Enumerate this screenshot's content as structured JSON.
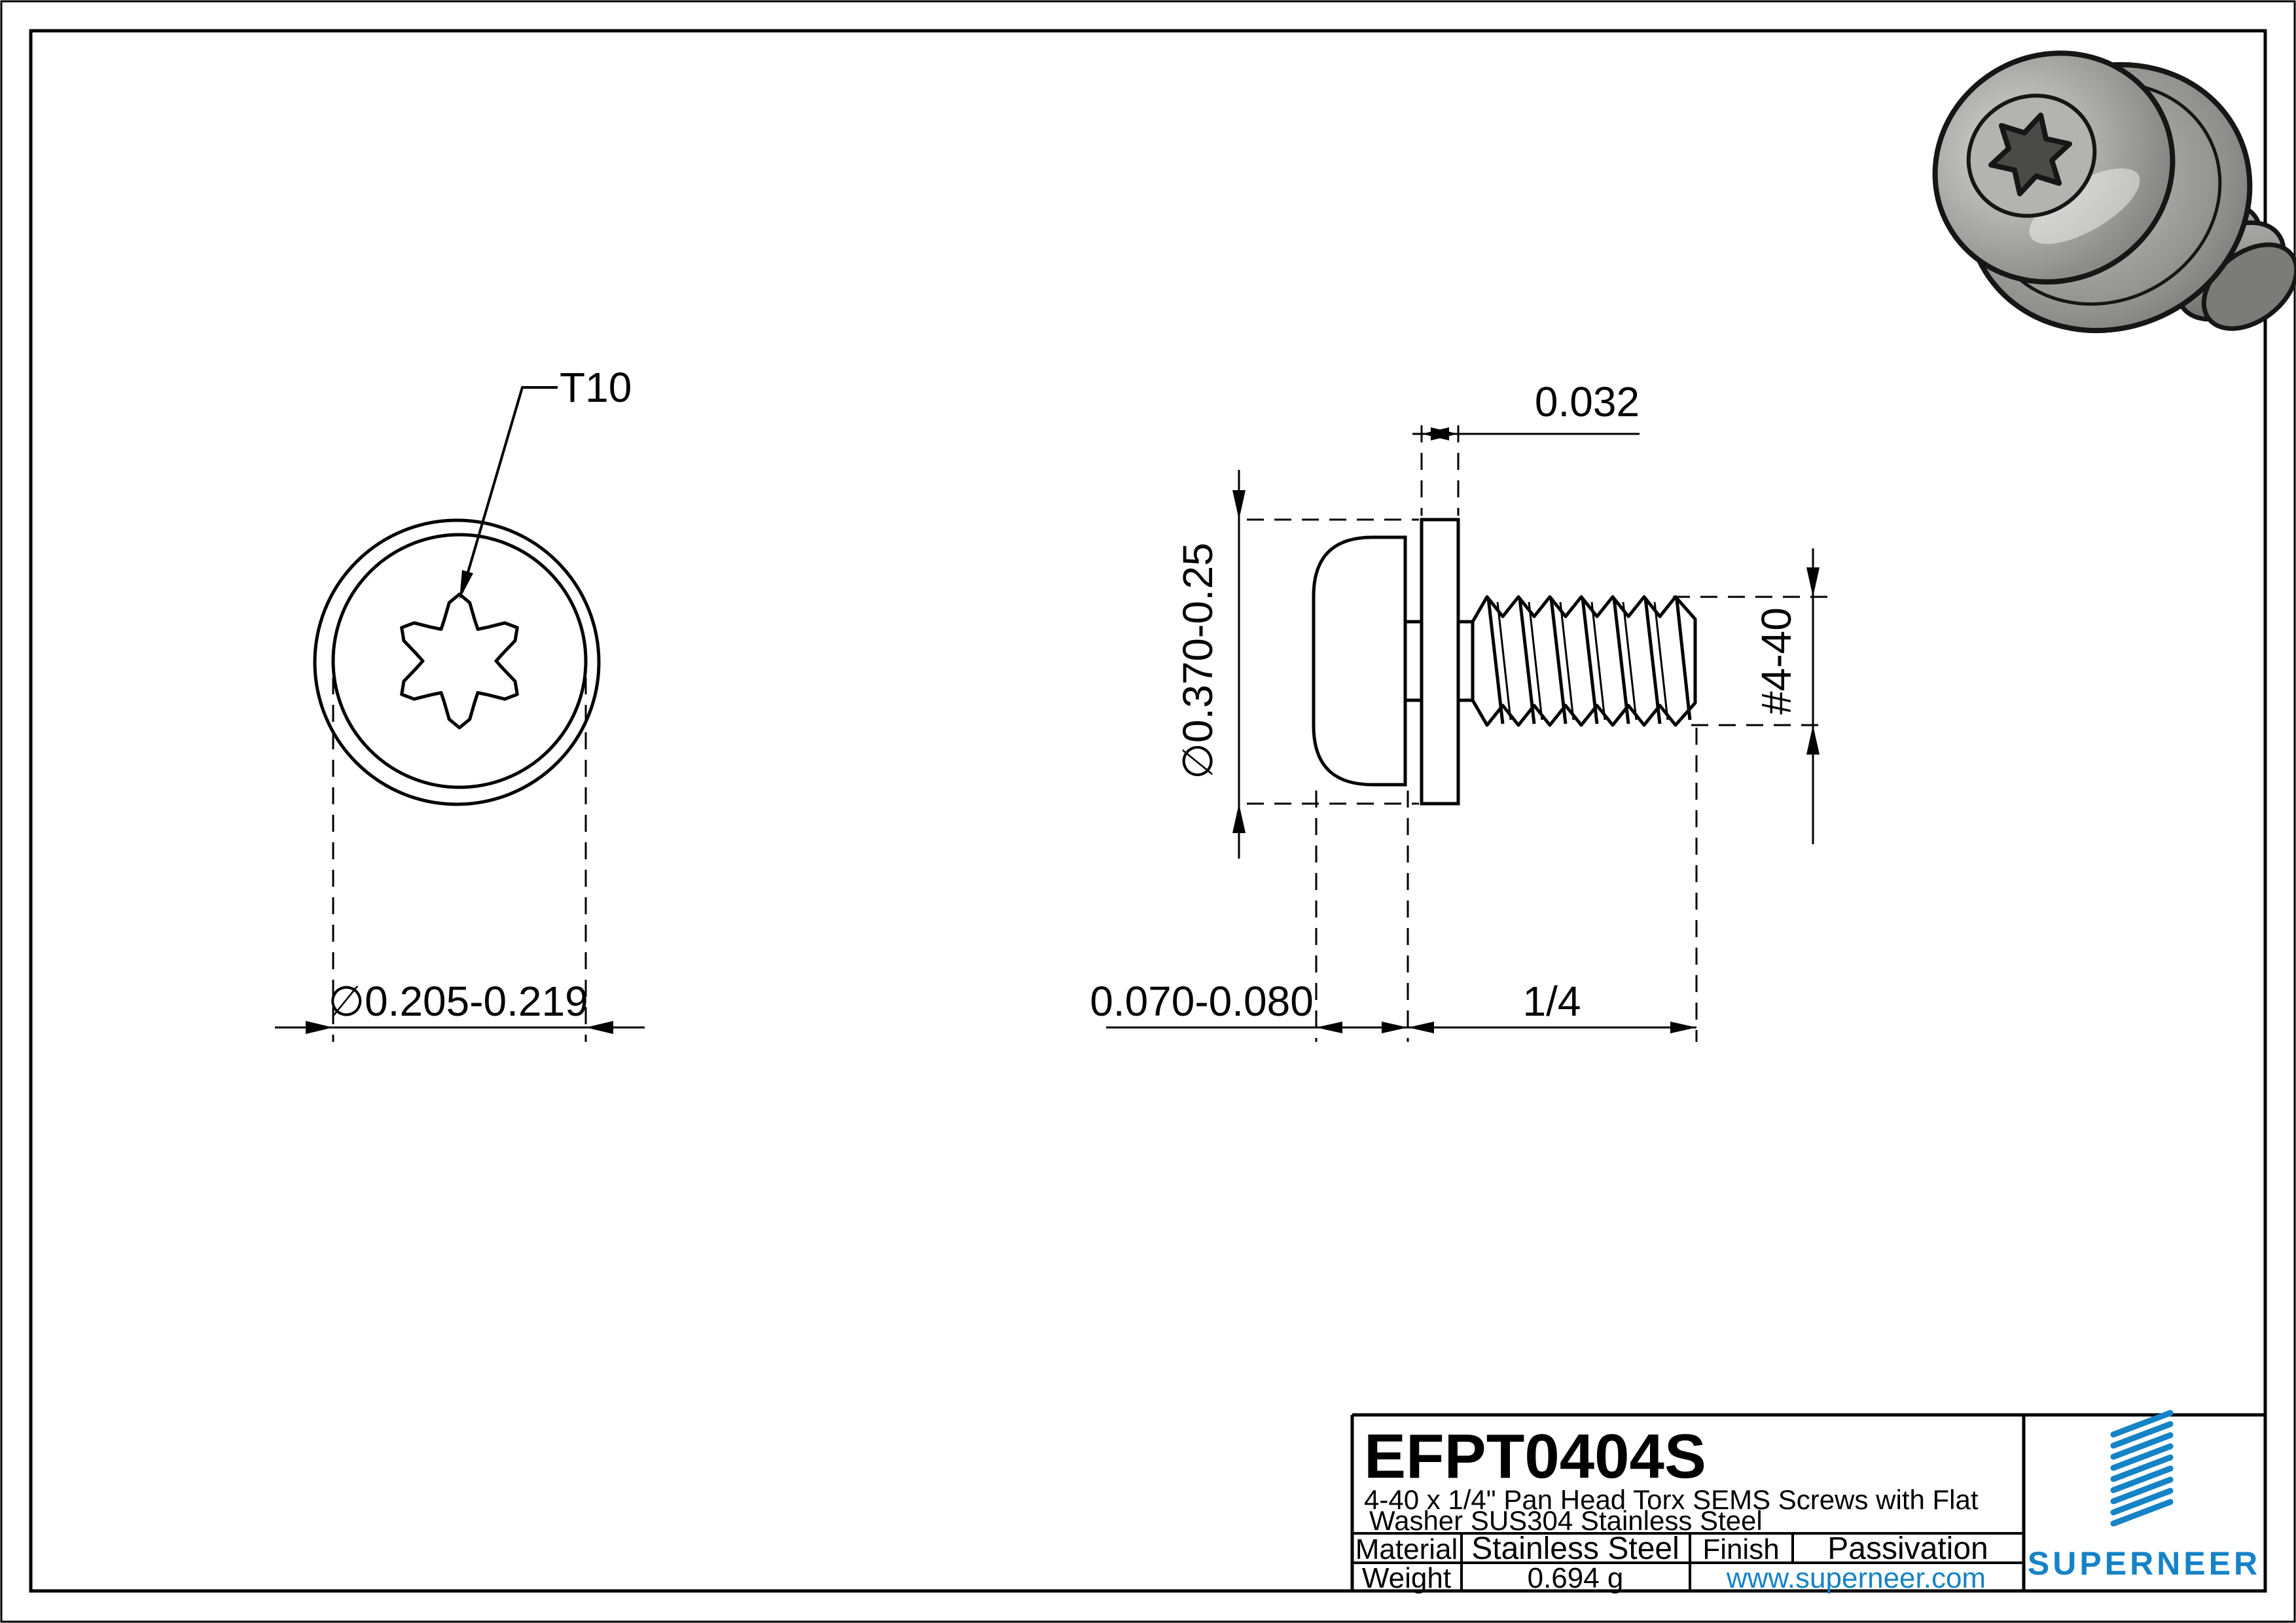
{
  "drawing": {
    "part_number": "EFPT0404S",
    "description_line1": "4-40 x 1/4\" Pan Head Torx SEMS Screws with Flat",
    "description_line2": "Washer SUS304 Stainless Steel",
    "title_block": {
      "material_label": "Material",
      "material_value": "Stainless Steel",
      "finish_label": "Finish",
      "finish_value": "Passivation",
      "weight_label": "Weight",
      "weight_value": "0.694 g",
      "website": "www.superneer.com",
      "brand": "SUPERNEER"
    },
    "dimensions": {
      "torx_size": "T10",
      "head_diameter": "∅0.205-0.219",
      "washer_thickness": "0.032",
      "washer_diameter": "∅0.370-0.25",
      "thread_size": "#4-40",
      "head_height": "0.070-0.080",
      "thread_length": "1/4"
    },
    "colors": {
      "brand_blue": "#1583c6",
      "line_black": "#000000"
    }
  }
}
